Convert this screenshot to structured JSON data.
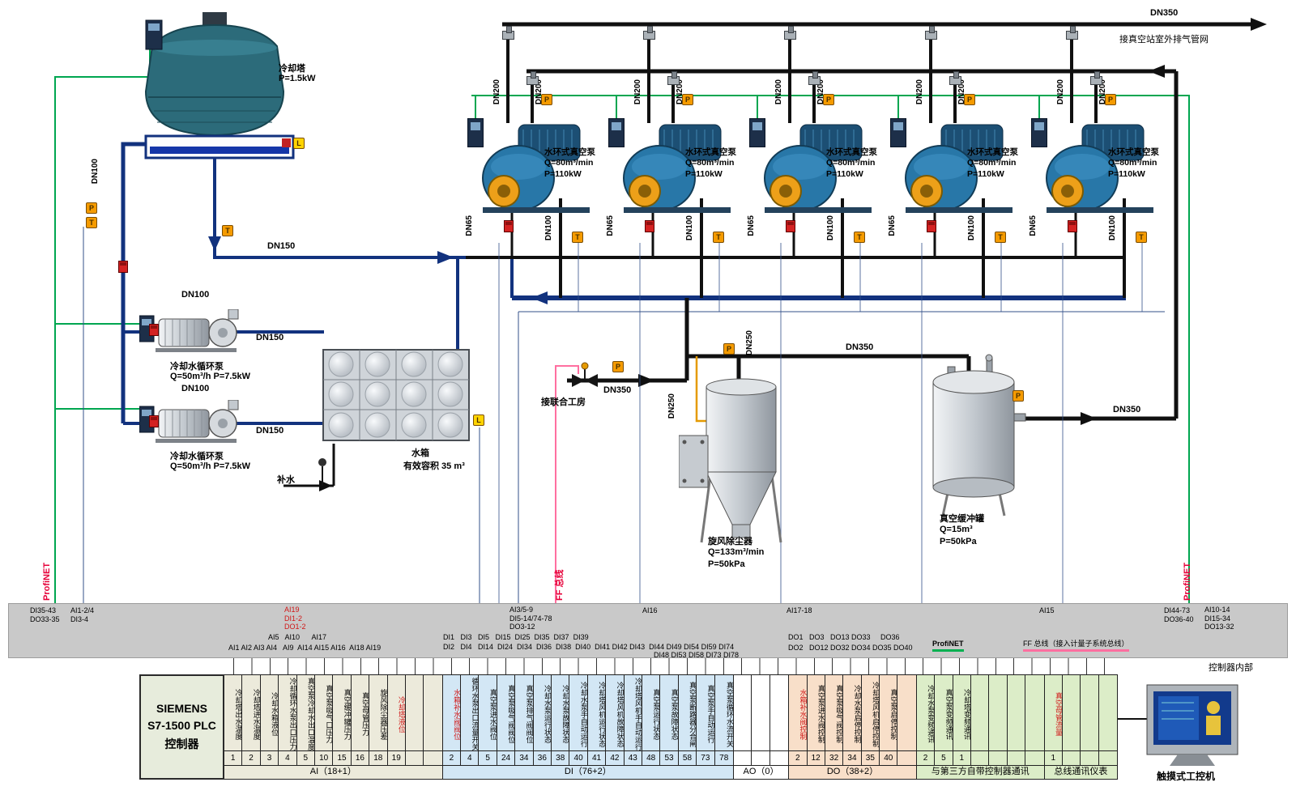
{
  "pipes": {
    "dn350": "DN350",
    "dn250": "DN250",
    "dn200": "DN200",
    "dn150": "DN150",
    "dn100": "DN100",
    "dn65": "DN65"
  },
  "sensors": {
    "p": "P",
    "t": "T",
    "l": "L"
  },
  "colors": {
    "profinet_underline": "#00b050",
    "ff_underline": "#ff6fa0",
    "signal_red": "#e60039"
  },
  "equipment": {
    "cooling_tower": {
      "name": "冷却塔",
      "power": "P=1.5kW"
    },
    "circ_pump": {
      "name": "冷却水循环泵",
      "spec": "Q=50m³/h  P=7.5kW"
    },
    "vacuum_pump": {
      "name": "水环式真空泵",
      "q": "Q=80m³/min",
      "p": "P=110kW"
    },
    "water_tank": {
      "name": "水箱",
      "spec": "有效容积 35 m³"
    },
    "makeup_water": "补水",
    "cyclone": {
      "name": "旋风除尘器",
      "q": "Q=133m³/min",
      "p": "P=50kPa"
    },
    "buffer_tank": {
      "name": "真空缓冲罐",
      "q": "Q=15m³",
      "p": "P=50kPa"
    },
    "touch_pc": "触摸式工控机"
  },
  "annotations": {
    "exhaust_net": "接真空站室外排气管网",
    "union_workshop": "接联合工房",
    "profinet": "ProfiNET",
    "ff_bus": "FF 总线",
    "controller_internal": "控制器内部"
  },
  "vacuum_pumps": {
    "positions": [
      572,
      746,
      920,
      1094,
      1268
    ]
  },
  "bus_bar": {
    "tags": [
      {
        "text": "DI35-43\nDO33-35"
      },
      {
        "text": "AI1-2/4\nDI3-4"
      },
      {
        "text": "AI19\nDI1-2\nDO1-2",
        "red": true
      },
      {
        "text": "AI3/5-9\nDI5-14/74-78\nDO3-12"
      },
      {
        "text": "AI16"
      },
      {
        "text": "AI17-18"
      },
      {
        "text": "AI15"
      },
      {
        "text": "DI44-73\nDO36-40"
      },
      {
        "text": "AI10-14\nDI15-34\nDO13-32"
      },
      {
        "text": "AI5   AI10      AI17"
      },
      {
        "text": "AI1 AI2 AI3 AI4   AI9  AI14 AI15 AI16  AI18 AI19"
      },
      {
        "text": "DI1   DI3   DI5   DI15  DI25  DI35  DI37  DI39"
      },
      {
        "text": "DI2   DI4   DI14  DI24  DI34  DI36  DI38  DI40  DI41 DI42 DI43  DI44 DI49 DI54 DI59 DI74"
      },
      {
        "text": "DI48 DI53 DI58 DI73 DI78"
      },
      {
        "text": "DO1   DO3   DO13 DO33     DO36"
      },
      {
        "text": "DO2   DO12 DO32 DO34 DO35 DO40"
      },
      {
        "text": "ProfiNET"
      },
      {
        "text": "FF 总线（接入计量子系统总线）"
      }
    ]
  },
  "io_table": {
    "plc": [
      "SIEMENS",
      "S7-1500 PLC",
      "控制器"
    ],
    "groups": [
      {
        "name": "AI（18+1）",
        "bg": "#eceadb",
        "pad": 2,
        "cols": [
          {
            "label": "冷却塔出水温度",
            "ch": "1"
          },
          {
            "label": "冷却塔进水温度",
            "ch": "2"
          },
          {
            "label": "冷却水箱液位",
            "ch": "3"
          },
          {
            "label": "冷却循环水泵出口压力",
            "ch": "4"
          },
          {
            "label": "真空泵冷却水出口温度",
            "ch": "5"
          },
          {
            "label": "真空泵吸气口压力",
            "ch": "10"
          },
          {
            "label": "真空缓冲罐压力",
            "ch": "15"
          },
          {
            "label": "真空母管压力",
            "ch": "16"
          },
          {
            "label": "旋风除尘器压差",
            "ch": "18"
          },
          {
            "label": "冷却塔液位",
            "ch": "19",
            "red": true
          }
        ]
      },
      {
        "name": "DI（76+2）",
        "bg": "#d3e7f5",
        "pad": 0,
        "cols": [
          {
            "label": "水箱补水阀阀位",
            "ch": "2",
            "red": true
          },
          {
            "label": "循环水泵出口流量开关",
            "ch": "4"
          },
          {
            "label": "真空泵进水阀位",
            "ch": "5"
          },
          {
            "label": "真空泵吸气阀阀位",
            "ch": "24"
          },
          {
            "label": "真空泵排气阀阀位",
            "ch": "34"
          },
          {
            "label": "冷却水泵运行状态",
            "ch": "36"
          },
          {
            "label": "冷却水泵故障状态",
            "ch": "38"
          },
          {
            "label": "冷却水泵手自动运行",
            "ch": "40"
          },
          {
            "label": "冷却塔风机运行状态",
            "ch": "41"
          },
          {
            "label": "冷却塔风机故障状态",
            "ch": "42"
          },
          {
            "label": "冷却塔风机手自动运行",
            "ch": "43"
          },
          {
            "label": "真空泵运行状态",
            "ch": "48"
          },
          {
            "label": "真空泵故障状态",
            "ch": "53"
          },
          {
            "label": "真空泵断路器分合闸",
            "ch": "58"
          },
          {
            "label": "真空泵手自动运行",
            "ch": "73"
          },
          {
            "label": "真空泵循环水流开关",
            "ch": "78"
          }
        ]
      },
      {
        "name": "AO（0）",
        "bg": "#ffffff",
        "pad": 3,
        "cols": []
      },
      {
        "name": "DO（38+2）",
        "bg": "#f8dfc9",
        "pad": 1,
        "cols": [
          {
            "label": "水箱补水阀控制",
            "ch": "2",
            "red": true
          },
          {
            "label": "真空泵进水阀控制",
            "ch": "12"
          },
          {
            "label": "真空泵吸气阀控制",
            "ch": "32"
          },
          {
            "label": "冷却水泵启停控制",
            "ch": "34"
          },
          {
            "label": "冷却塔风机启停控制",
            "ch": "35"
          },
          {
            "label": "真空泵启停控制",
            "ch": "40"
          }
        ]
      },
      {
        "name": "与第三方自带控制器通讯",
        "bg": "#dcedc8",
        "pad": 4,
        "cols": [
          {
            "label": "冷却水泵变频通讯",
            "ch": "2"
          },
          {
            "label": "真空泵变频通讯",
            "ch": "5"
          },
          {
            "label": "冷却塔变频通讯",
            "ch": "1"
          }
        ]
      },
      {
        "name": "总线通讯仪表",
        "bg": "#dcedc8",
        "pad": 3,
        "cols": [
          {
            "label": "真空母管流量",
            "ch": "1",
            "red": true
          }
        ]
      }
    ]
  }
}
